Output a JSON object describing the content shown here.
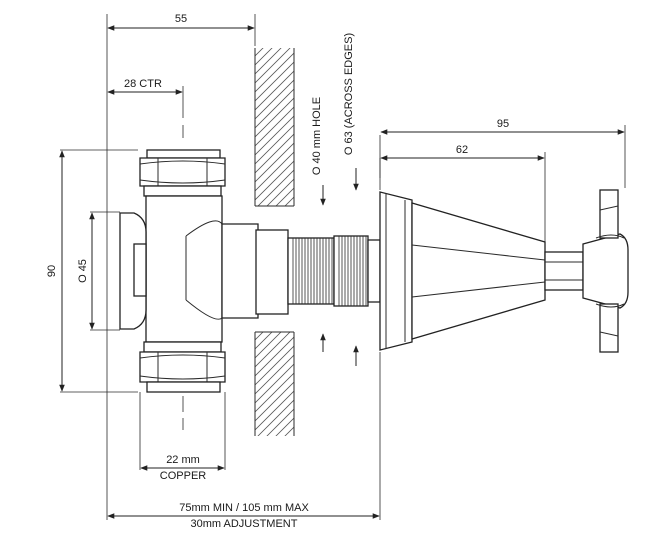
{
  "dimensions": {
    "overall_depth": "55",
    "centre": "28 CTR",
    "body_height": "90",
    "flange_dia": "O 45",
    "hole": "O 40 mm HOLE",
    "cover_dia": "O 63 (ACROSS EDGES)",
    "handle_reach": "95",
    "cover_reach": "62",
    "copper_size": "22 mm",
    "copper_label": "COPPER",
    "install_range": "75mm MIN / 105 mm MAX",
    "adjustment": "30mm ADJUSTMENT"
  }
}
